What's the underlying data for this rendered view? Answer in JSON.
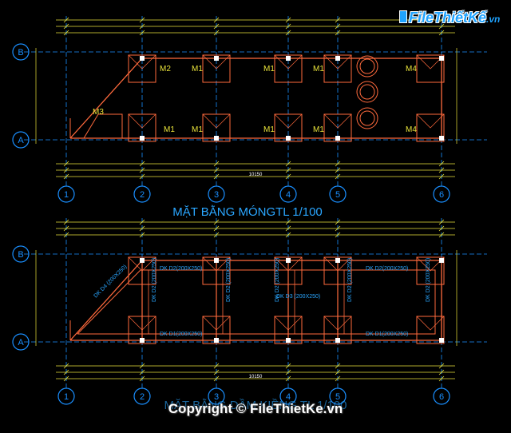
{
  "logo": {
    "text": "FileThiếtKế",
    "suffix": ".vn"
  },
  "copyright": "Copyright © FileThietKe.vn",
  "plan1": {
    "title": "MẶT BẰNG MÓNGTL 1/100",
    "grid_rows": [
      "B",
      "A"
    ],
    "grid_cols": [
      "1",
      "2",
      "3",
      "4",
      "5",
      "6"
    ],
    "footing_labels": [
      "M2",
      "M1",
      "M1",
      "M1",
      "M4",
      "M3",
      "M1",
      "M1",
      "M1",
      "M1",
      "M4"
    ],
    "total_dim": "10150"
  },
  "plan2": {
    "title": "MẶT BẰNG DẦM KIỀNG TL 1/100",
    "grid_rows": [
      "B",
      "A"
    ],
    "grid_cols": [
      "1",
      "2",
      "3",
      "4",
      "5",
      "6"
    ],
    "beam_labels": [
      "DK D2(200X250)",
      "DK D2(200X250)",
      "DK D1(200X250)",
      "DK D1(200X250)",
      "DK D4 (200X250)",
      "DK D2 (200X250)",
      "DK D2 (200X250)",
      "DK D2 (200X250)",
      "DK D3 (200X250)",
      "DK D2 (200X250)",
      "DK D2 (200X250)"
    ],
    "total_dim": "10150"
  },
  "colors": {
    "axis": "#1a8fff",
    "wall": "#ff6a3d",
    "dim": "#e8e23a",
    "text": "#2aa6ff",
    "bg": "#000000"
  }
}
